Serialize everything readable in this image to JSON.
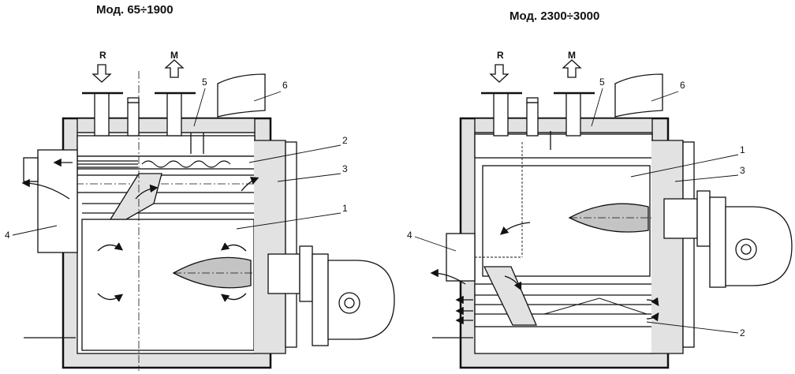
{
  "titles": {
    "left": "Мод. 65÷1900",
    "right": "Мод. 2300÷3000"
  },
  "left_diagram": {
    "return_label": "R",
    "flow_label": "M",
    "callouts": [
      "1",
      "2",
      "3",
      "4",
      "5",
      "6"
    ]
  },
  "right_diagram": {
    "return_label": "R",
    "flow_label": "M",
    "callouts": [
      "1",
      "2",
      "3",
      "4",
      "5",
      "6"
    ]
  },
  "colors": {
    "line": "#111111",
    "insulation": "#e2e2e2",
    "flame": "#c4c4c4",
    "background": "#ffffff"
  }
}
